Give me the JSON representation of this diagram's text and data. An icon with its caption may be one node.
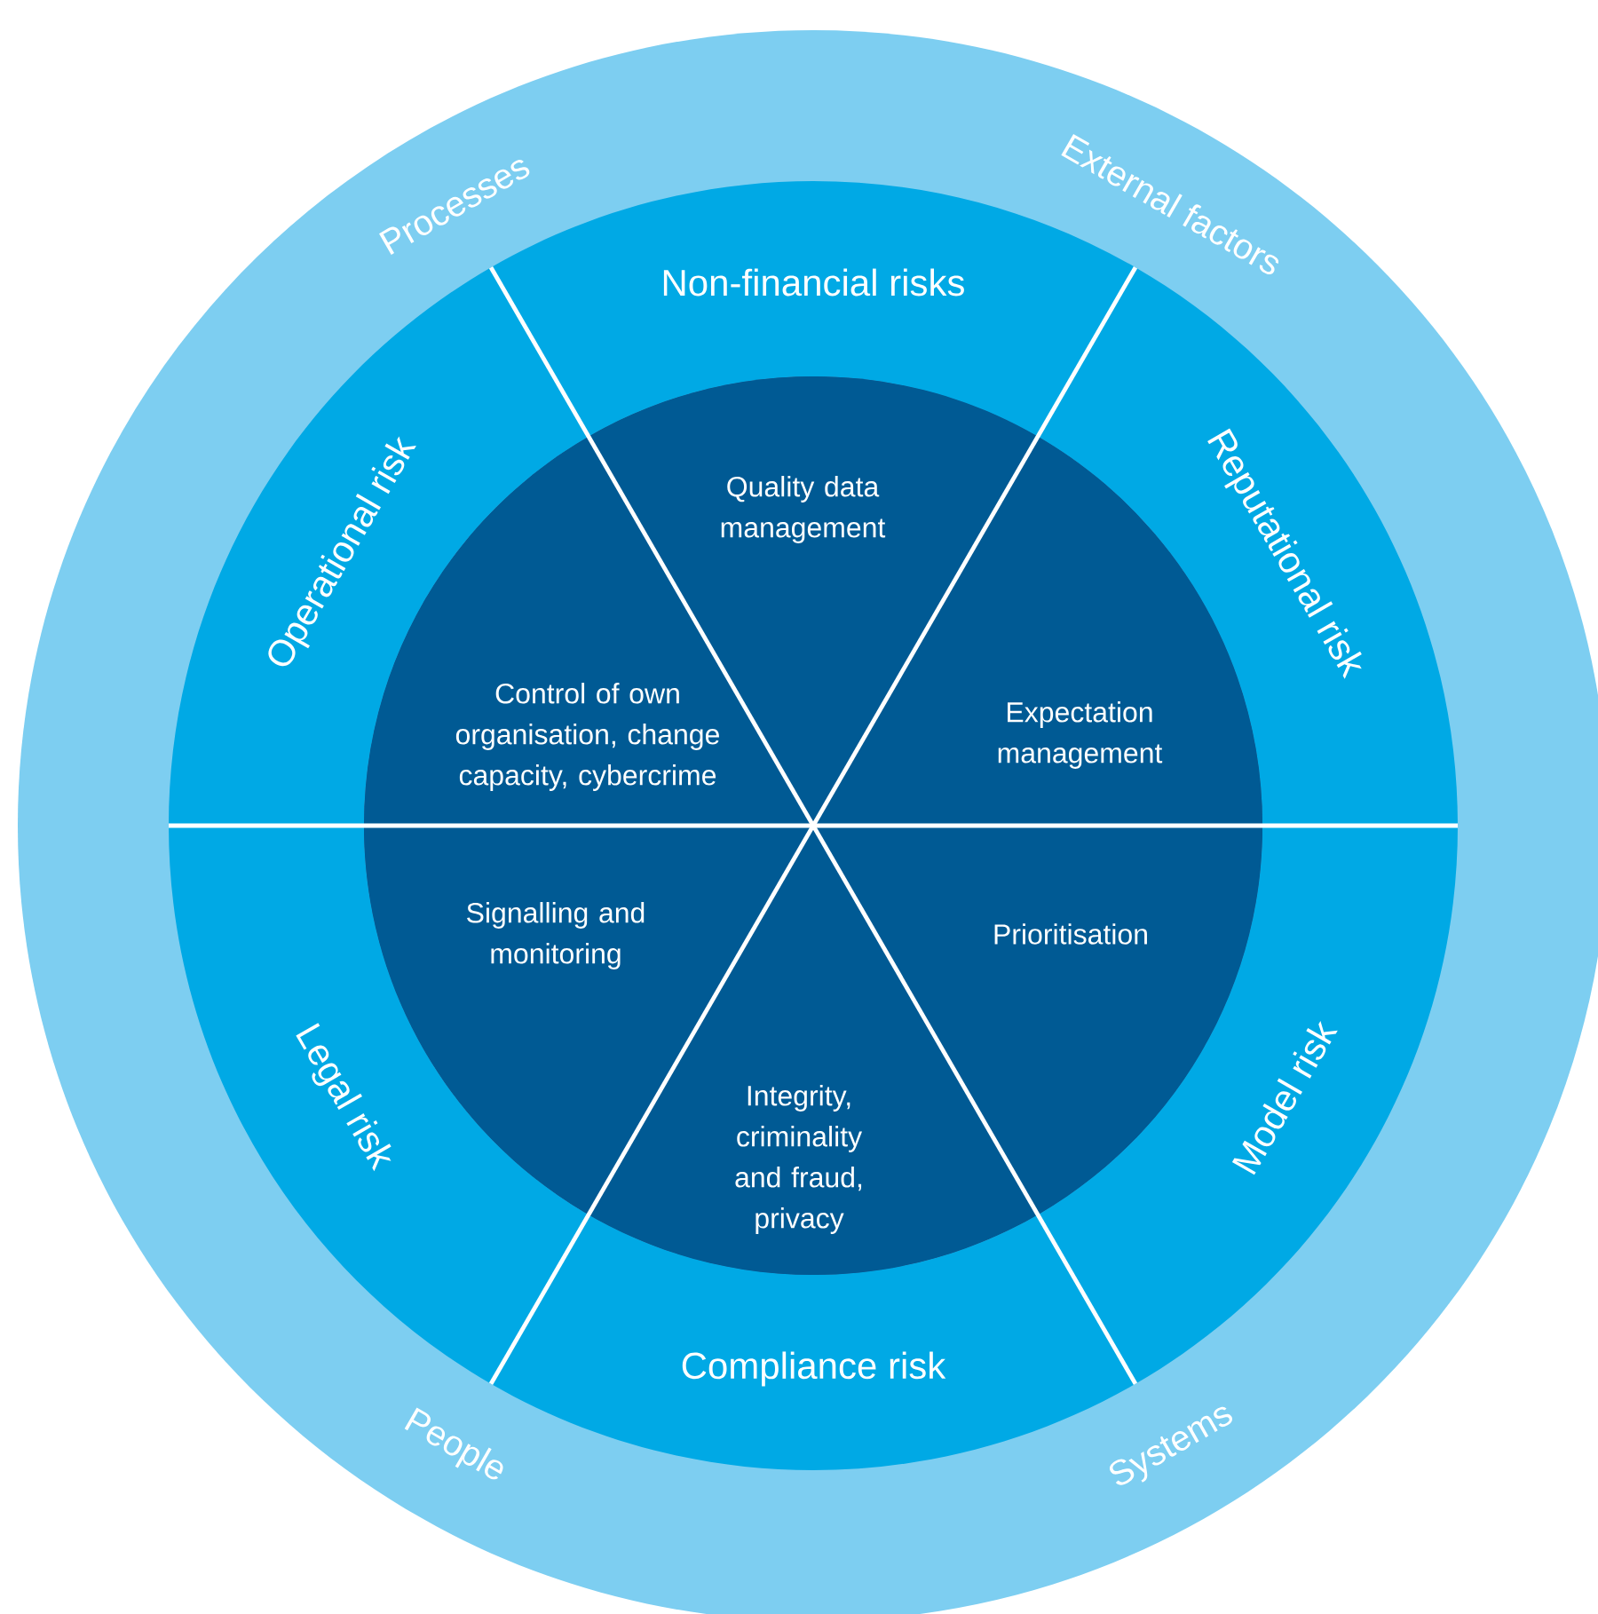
{
  "diagram": {
    "nodes": [
      {
        "text": [
          "Processes",
          "External factors",
          "People",
          "Systems"
        ]
      },
      {
        "text": [
          "Non-financial risks"
        ],
        "in": 0
      },
      {
        "text": [
          "Operational risk"
        ],
        "in": 0
      },
      {
        "text": [
          "Reputational risk"
        ],
        "in": 0
      },
      {
        "text": [
          "Legal risk"
        ],
        "in": 0
      },
      {
        "text": [
          "Model risk"
        ],
        "in": 0
      },
      {
        "text": [
          "Compliance risk"
        ],
        "in": 0
      },
      {
        "text": [],
        "shape": "circle",
        "in": 0
      },
      {
        "text": [
          "Quality data management"
        ],
        "in": 7
      },
      {
        "text": [
          "Control of own organisation, change capacity, cybercrime"
        ],
        "in": 7
      },
      {
        "text": [
          "Expectation management"
        ],
        "in": 7
      },
      {
        "text": [
          "Signalling and monitoring"
        ],
        "in": 7
      },
      {
        "text": [
          "Prioritisation"
        ],
        "in": 7
      },
      {
        "text": [
          "Integrity, criminality and fraud, privacy"
        ],
        "in": 7
      }
    ]
  }
}
